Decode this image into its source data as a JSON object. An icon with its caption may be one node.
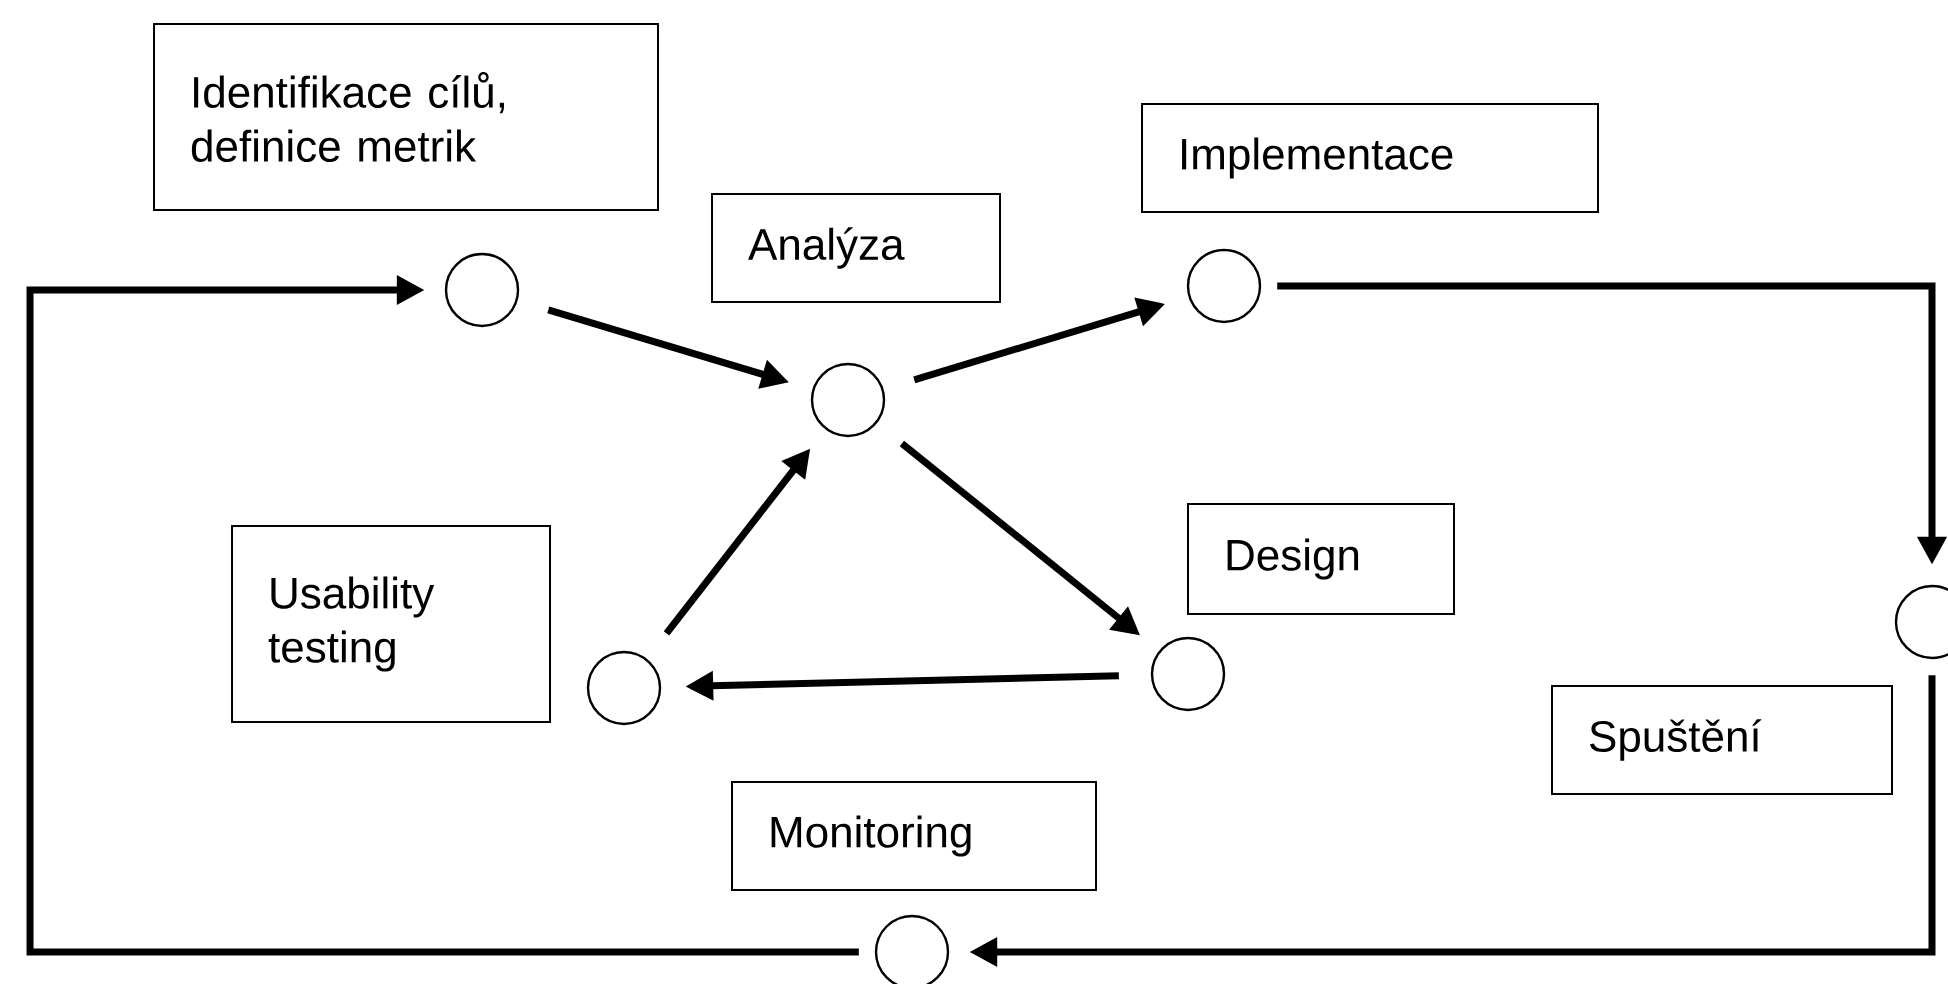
{
  "diagram": {
    "nodes": [
      {
        "text": [
          "Identifikace cílů, definice metrik"
        ]
      },
      {
        "text": [],
        "shape": "circle"
      },
      {
        "text": [
          "Analýza"
        ]
      },
      {
        "text": [],
        "shape": "circle"
      },
      {
        "text": [
          "Implementace"
        ]
      },
      {
        "text": [],
        "shape": "circle"
      },
      {
        "text": [
          "Usability testing"
        ]
      },
      {
        "text": [],
        "shape": "circle"
      },
      {
        "text": [
          "Design"
        ]
      },
      {
        "text": [],
        "shape": "circle"
      },
      {
        "text": [
          "Spuštění"
        ]
      },
      {
        "text": [],
        "shape": "circle"
      },
      {
        "text": [
          "Monitoring"
        ]
      },
      {
        "text": [],
        "shape": "circle"
      }
    ],
    "edges": [
      {
        "from": 1,
        "to": 3,
        "arrow": "to"
      },
      {
        "from": 3,
        "to": 5,
        "arrow": "to"
      },
      {
        "from": 3,
        "to": 9,
        "arrow": "to"
      },
      {
        "from": 9,
        "to": 7,
        "arrow": "to"
      },
      {
        "from": 7,
        "to": 3,
        "arrow": "to"
      },
      {
        "from": 5,
        "to": 11,
        "arrow": "to"
      },
      {
        "from": 11,
        "to": 13,
        "arrow": "to"
      },
      {
        "from": 13,
        "to": 1,
        "arrow": "to"
      }
    ]
  }
}
